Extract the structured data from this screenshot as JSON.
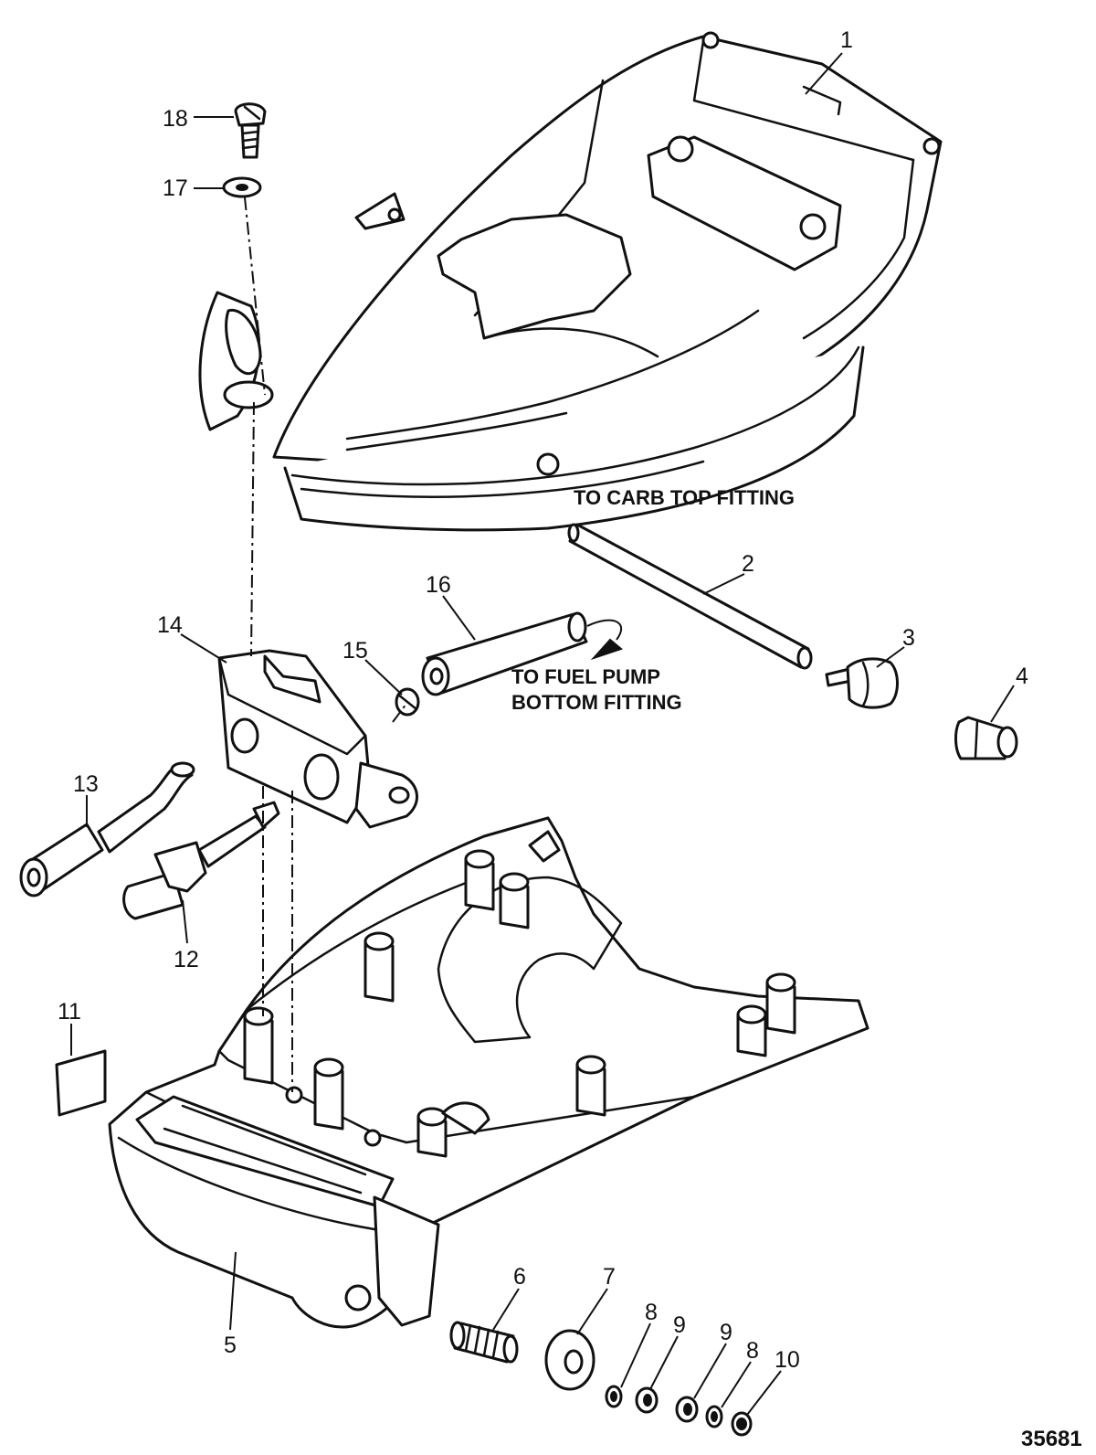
{
  "callouts": {
    "c1": "1",
    "c2": "2",
    "c3": "3",
    "c4": "4",
    "c5": "5",
    "c6": "6",
    "c7": "7",
    "c8a": "8",
    "c8b": "8",
    "c9a": "9",
    "c9b": "9",
    "c10": "10",
    "c11": "11",
    "c12": "12",
    "c13": "13",
    "c14": "14",
    "c15": "15",
    "c16": "16",
    "c17": "17",
    "c18": "18"
  },
  "notes": {
    "carb_top": "TO CARB TOP FITTING",
    "fuel_pump_line1": "TO FUEL PUMP",
    "fuel_pump_line2": "BOTTOM FITTING"
  },
  "figure_number": "35681",
  "colors": {
    "ink": "#111111",
    "paper": "#ffffff"
  }
}
